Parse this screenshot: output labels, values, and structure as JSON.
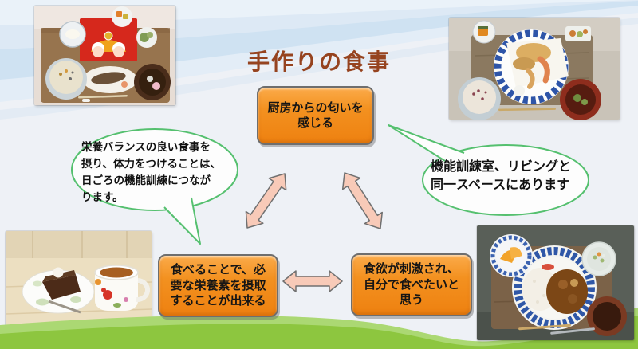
{
  "title": {
    "text": "手作りの食事"
  },
  "diagram": {
    "boxes": [
      {
        "id": "kitchen-smell",
        "text": "厨房からの匂いを\n感じる"
      },
      {
        "id": "eat-nutrients",
        "text": "食べることで、必\n要な栄養素を摂取\nすることが出来る"
      },
      {
        "id": "appetite",
        "text": "食欲が刺激され、\n自分で食べたいと\n思う"
      }
    ],
    "bubbles": [
      {
        "id": "nutrition-balance",
        "text": "栄養バランスの良い食事を\n摂り、体力をつけることは、\n日ごろの機能訓練につなが\nります。"
      },
      {
        "id": "same-space",
        "text": "機能訓練室、リビングと\n同一スペースにあります"
      }
    ],
    "arrows": [
      {
        "id": "top-to-left-cycle",
        "type": "double-headed-diagonal"
      },
      {
        "id": "top-to-right-cycle",
        "type": "double-headed-diagonal"
      },
      {
        "id": "left-right-cycle",
        "type": "double-headed-horizontal"
      }
    ]
  },
  "photos": [
    {
      "id": "top-left",
      "name": "keirou-no-hi-set-meal-photo"
    },
    {
      "id": "top-right",
      "name": "tempura-set-meal-photo"
    },
    {
      "id": "bottom-left",
      "name": "chocolate-cake-and-tea-photo"
    },
    {
      "id": "bottom-right",
      "name": "curry-rice-set-meal-photo"
    }
  ],
  "colors": {
    "title_text": "#96431f",
    "box_fill": "#f28c17",
    "box_border": "#6e6e6e",
    "bubble_border": "#55c06f",
    "arrow_fill": "#f8cab8",
    "arrow_stroke": "#707070",
    "hill_green": "#8dc63f",
    "hill_light_green": "#abd873",
    "sky_blue": "#cfe2f2",
    "background": "#eef1f6"
  }
}
